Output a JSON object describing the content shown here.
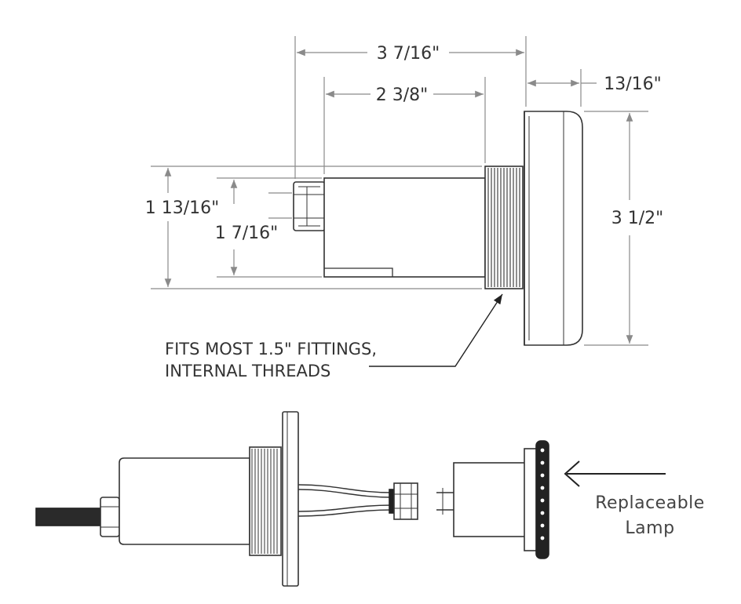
{
  "dimensions": {
    "overall_length": "3 7/16\"",
    "body_length": "2 3/8\"",
    "flange_depth": "13/16\"",
    "flange_height": "3 1/2\"",
    "thread_diameter": "1 13/16\"",
    "body_diameter": "1 7/16\""
  },
  "note": {
    "line1": "FITS MOST 1.5\" FITTINGS,",
    "line2": "INTERNAL THREADS"
  },
  "replaceable_lamp": {
    "line1": "Replaceable",
    "line2": "Lamp"
  },
  "colors": {
    "line": "#333333",
    "dim_line": "#8a8a8a",
    "cable": "#2a2a2a"
  }
}
